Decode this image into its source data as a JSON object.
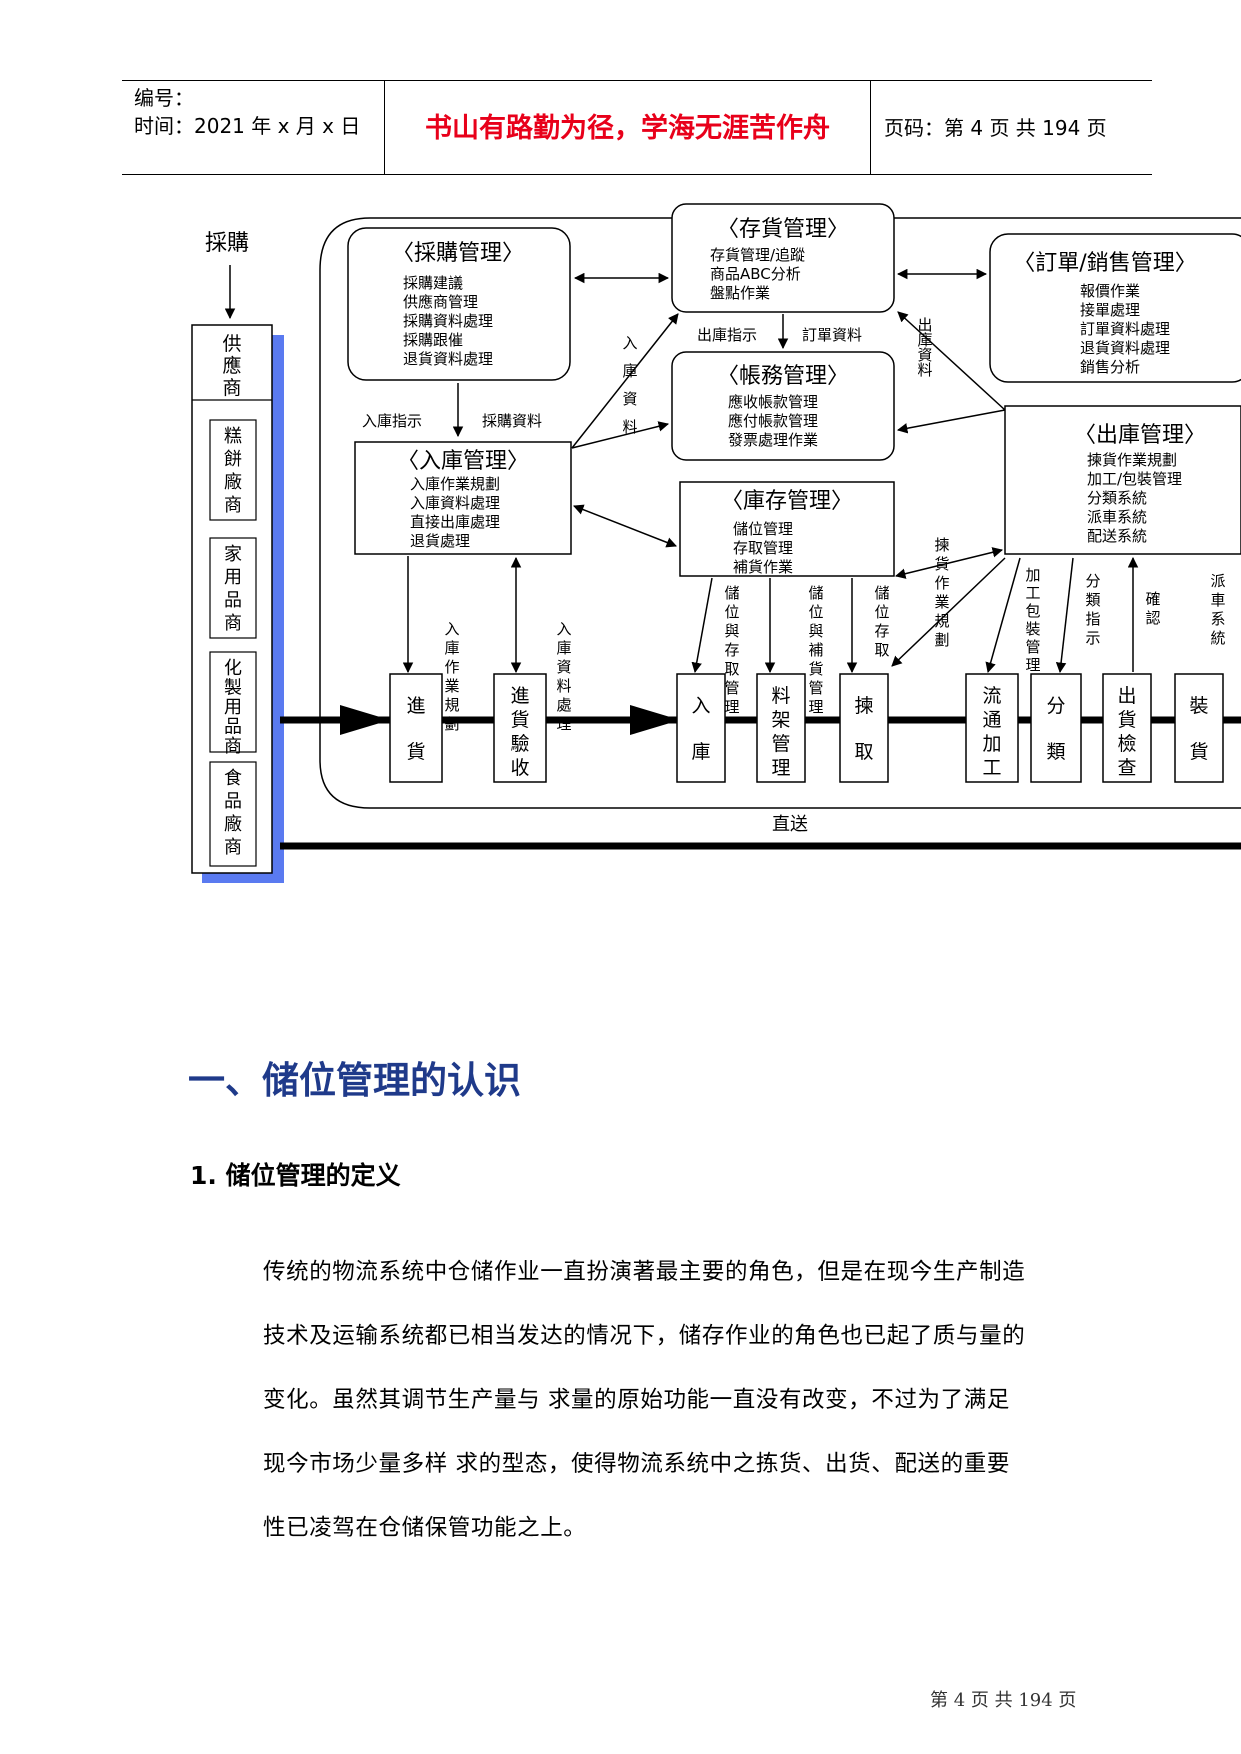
{
  "header": {
    "number_label": "编号：",
    "time_label": "时间：2021 年 x 月 x 日",
    "motto": "书山有路勤为径，学海无涯苦作舟",
    "page_info": "页码：第 4 页  共 194 页"
  },
  "diagram": {
    "purchase_label": "採購",
    "supplier_title": [
      "供",
      "應",
      "商"
    ],
    "supplier_types": [
      [
        "糕",
        "餅",
        "廠",
        "商"
      ],
      [
        "家",
        "用",
        "品",
        "商"
      ],
      [
        "化",
        "製",
        "用",
        "品",
        "商"
      ],
      [
        "食",
        "品",
        "廠",
        "商"
      ]
    ],
    "boxes": {
      "purchase_mgmt": {
        "title": "〈採購管理〉",
        "items": [
          "採購建議",
          "供應商管理",
          "採購資料處理",
          "採購跟催",
          "退貨資料處理"
        ]
      },
      "inventory_mgmt": {
        "title": "〈存貨管理〉",
        "items": [
          "存貨管理/追蹤",
          "商品ABC分析",
          "盤點作業"
        ]
      },
      "order_mgmt": {
        "title": "〈訂單/銷售管理〉",
        "items": [
          "報價作業",
          "接單處理",
          "訂單資料處理",
          "退貨資料處理",
          "銷售分析"
        ]
      },
      "accounts_mgmt": {
        "title": "〈帳務管理〉",
        "items": [
          "應收帳款管理",
          "應付帳款管理",
          "發票處理作業"
        ]
      },
      "inbound_mgmt": {
        "title": "〈入庫管理〉",
        "items": [
          "入庫作業規劃",
          "入庫資料處理",
          "直接出庫處理",
          "退貨處理"
        ]
      },
      "stock_mgmt": {
        "title": "〈庫存管理〉",
        "items": [
          "儲位管理",
          "存取管理",
          "補貨作業"
        ]
      },
      "outbound_mgmt": {
        "title": "〈出庫管理〉",
        "items": [
          "揀貨作業規劃",
          "加工/包裝管理",
          "分類系統",
          "派車系統",
          "配送系統"
        ]
      }
    },
    "arrow_labels": {
      "inbound_instruction": "入庫指示",
      "purchase_data": "採購資料",
      "inbound_data_vertical": [
        "入",
        "庫",
        "資",
        "料"
      ],
      "outbound_instruction": "出庫指示",
      "order_data": "訂單資料",
      "outbound_data_vertical": [
        "出",
        "庫",
        "資",
        "料"
      ],
      "inbound_planning": [
        "入",
        "庫",
        "作",
        "業",
        "規",
        "劃"
      ],
      "inbound_processing": [
        "入",
        "庫",
        "資",
        "料",
        "處",
        "理"
      ],
      "storage_access": [
        "儲",
        "位",
        "與",
        "存",
        "取",
        "管",
        "理"
      ],
      "storage_replenish": [
        "儲",
        "位",
        "與",
        "補",
        "貨",
        "管",
        "理"
      ],
      "storage_retrieve": [
        "儲",
        "位",
        "存",
        "取"
      ],
      "picking_plan": [
        "揀",
        "貨",
        "作",
        "業",
        "規",
        "劃"
      ],
      "processing_packing": [
        "加",
        "工",
        "包",
        "裝",
        "管",
        "理"
      ],
      "sorting_instruction": [
        "分",
        "類",
        "指",
        "示"
      ],
      "confirm": [
        "確",
        "認"
      ],
      "dispatch_system": [
        "派",
        "車",
        "系",
        "統"
      ]
    },
    "flow_steps": [
      [
        "進",
        "貨"
      ],
      [
        "進",
        "貨",
        "驗",
        "收"
      ],
      [
        "入",
        "庫"
      ],
      [
        "料",
        "架",
        "管",
        "理"
      ],
      [
        "揀",
        "取"
      ],
      [
        "流",
        "通",
        "加",
        "工"
      ],
      [
        "分",
        "類"
      ],
      [
        "出",
        "貨",
        "檢",
        "查"
      ],
      [
        "裝",
        "貨"
      ]
    ],
    "direct_label": "直送"
  },
  "content": {
    "section_title": "一、储位管理的认识",
    "subsection_title": "1. 储位管理的定义",
    "paragraph_lines": [
      "传统的物流系统中仓储作业一直扮演著最主要的角色，但是在现今生产制造",
      "技术及运输系统都已相当发达的情况下，储存作业的角色也已起了质与量的",
      "变化。虽然其调节生产量与    求量的原始功能一直没有改变，不过为了满足",
      "现今市场少量多样    求的型态，使得物流系统中之拣货、出货、配送的重要",
      "性已凌驾在仓储保管功能之上。"
    ]
  },
  "footer": {
    "text": "第 4 页 共 194 页"
  }
}
